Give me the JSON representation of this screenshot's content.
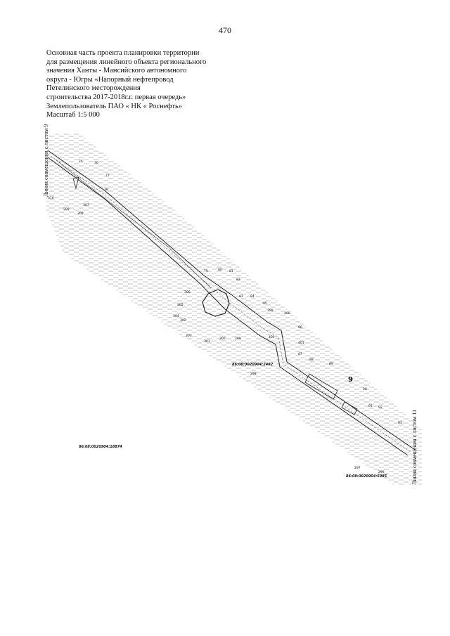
{
  "page_number": "470",
  "title_lines": [
    "Основная часть проекта планировки территории",
    "для размещения линейного объекта регионального",
    "значения Ханты - Мансийского автономного",
    "округа - Югры «Напорный нефтепровод",
    "Петелинского месторождения",
    "строительства 2017-2018г.г. первая очередь»",
    "Землепользователь ПАО « НК « Роснефть»",
    "Масштаб 1:5 000"
  ],
  "match_line_left": "Линия совмещения с листом 9",
  "match_line_right": "Линия совмещения с листом 11",
  "sheet_number": "9",
  "cadastral_labels": [
    "86:08:0020904:2482",
    "86:08:0020904:18874",
    "86:08:0020904:5985"
  ],
  "point_labels": [
    "75",
    "76",
    "77",
    "78",
    "310",
    "309",
    "307",
    "308",
    "79",
    "80",
    "81",
    "82",
    "83",
    "84",
    "85",
    "306",
    "305",
    "304",
    "302",
    "303",
    "301",
    "300",
    "299",
    "399",
    "400",
    "86",
    "87",
    "88",
    "401",
    "403",
    "89",
    "298",
    "90",
    "91",
    "92",
    "93",
    "297",
    "296"
  ]
}
